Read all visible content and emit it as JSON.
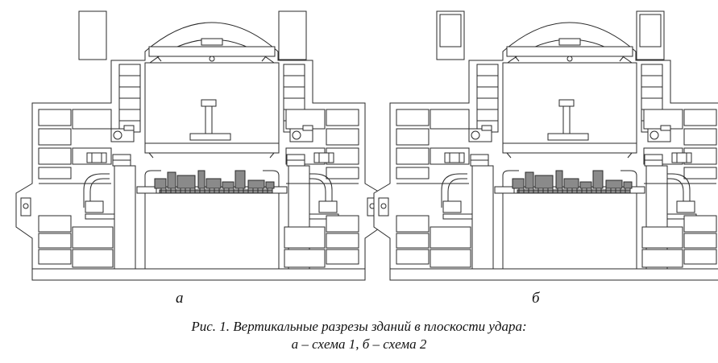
{
  "figure": {
    "label_a": "а",
    "label_b": "б",
    "caption_line1": "Рис. 1. Вертикальные разрезы зданий в плоскости удара:",
    "caption_line2": "а – схема 1, б – схема 2"
  },
  "colors": {
    "line": "#2a2a2a",
    "fill": "#ffffff",
    "dense": "#8a8a8a"
  },
  "icons": [
    "building-section-a",
    "building-section-b"
  ]
}
